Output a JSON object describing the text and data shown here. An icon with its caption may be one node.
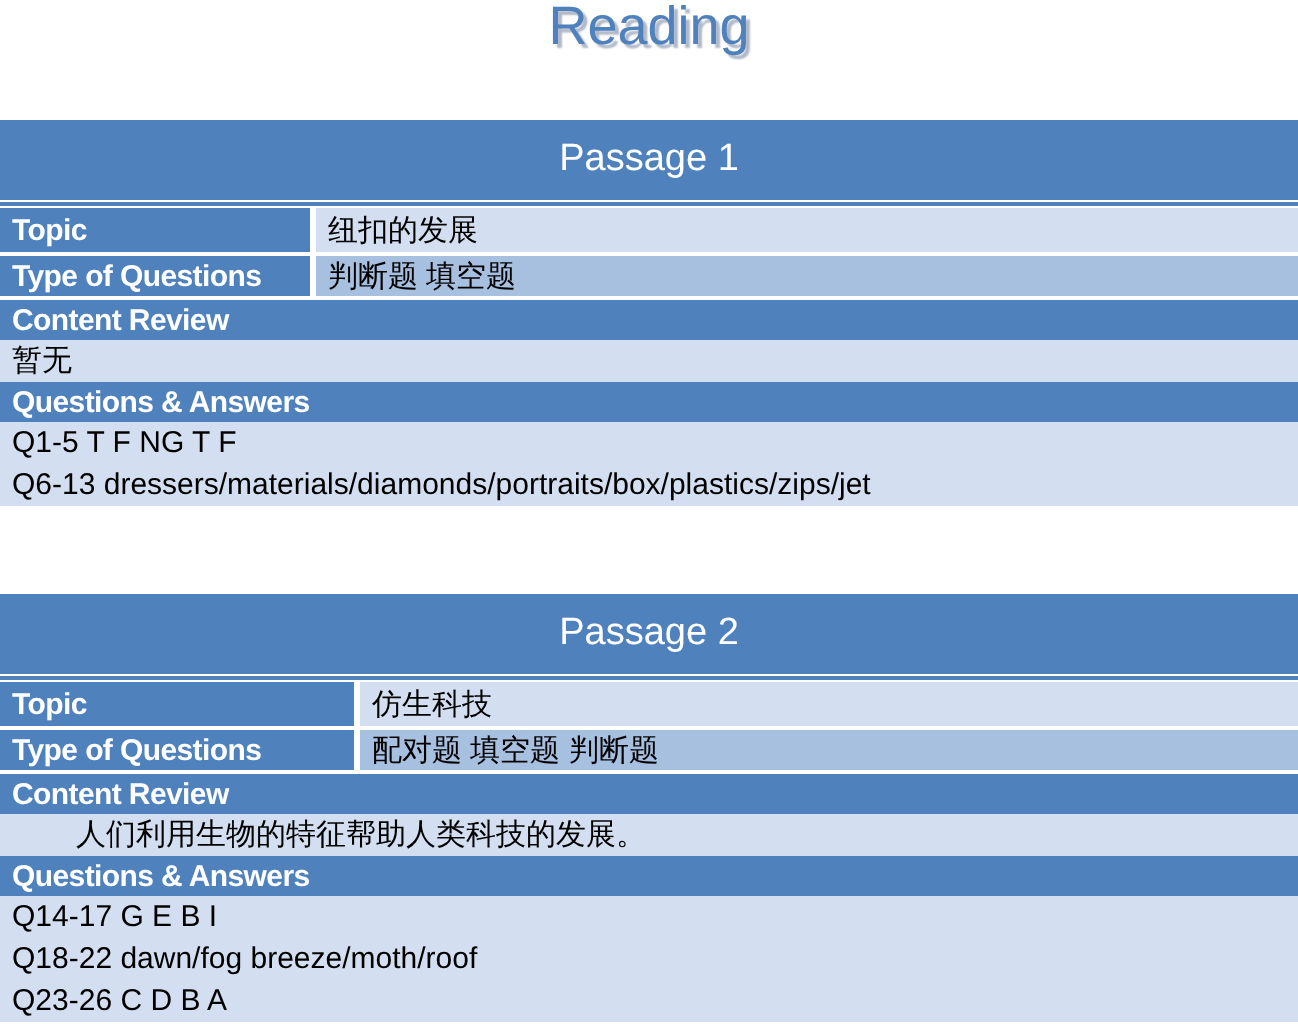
{
  "diagram": {
    "title": "Reading",
    "labels": [
      "Passage 1",
      "Topic",
      "纽扣的发展",
      "Type of Questions",
      "判断题 填空题",
      "Content Review",
      "暂无",
      "Questions & Answers",
      "Q1-5 T F NG T F",
      "Q6-13 dressers/materials/diamonds/portraits/box/plastics/zips/jet",
      "Passage 2",
      "Topic",
      "仿生科技",
      "Type of Questions",
      "配对题 填空题 判断题",
      "Content Review",
      "人们利用生物的特征帮助人类科技的发展。",
      "Questions & Answers",
      "Q14-17 G E B I",
      "Q18-22 dawn/fog breeze/moth/roof",
      "Q23-26 C D B A"
    ]
  }
}
